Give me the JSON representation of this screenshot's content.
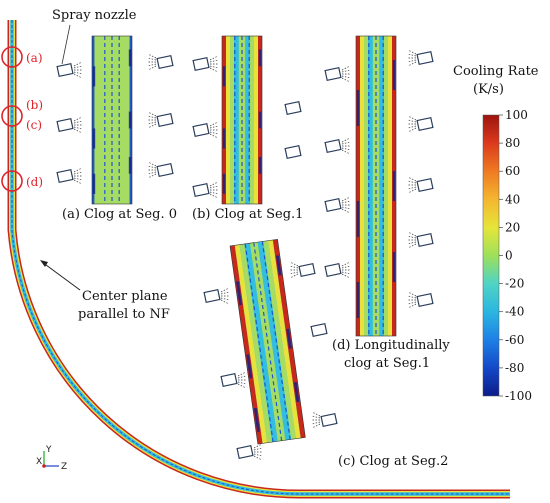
{
  "spray_nozzle_label": "Spray nozzle",
  "positions": [
    "(a)",
    "(b)",
    "(c)",
    "(d)"
  ],
  "center_plane_label": [
    "Center plane",
    "parallel to NF"
  ],
  "captions": {
    "a": "(a) Clog at Seg. 0",
    "b": "(b) Clog at Seg.1",
    "c": "(c) Clog at Seg.2",
    "d": [
      "(d) Longitudinally",
      "clog at Seg.1"
    ]
  },
  "colorbar": {
    "title_line1": "Cooling Rate",
    "title_line2": "(K/s)",
    "ticks": [
      "100",
      "80",
      "60",
      "40",
      "20",
      "0",
      "-20",
      "-40",
      "-60",
      "-80",
      "-100"
    ],
    "min": -100,
    "max": 100,
    "colors": [
      "#0d1c8a",
      "#1448c8",
      "#1e80e6",
      "#2bb6e0",
      "#4fd4c4",
      "#9ee05a",
      "#e6e53a",
      "#f4b630",
      "#ef7a22",
      "#dc3a1c",
      "#9c1410"
    ]
  },
  "axes": {
    "y": "Y",
    "x": "X",
    "z": "Z"
  },
  "colors": {
    "strand_red": "#c8281c",
    "strand_orange": "#ee8a2a",
    "strand_yellow": "#e8e23c",
    "strand_green": "#a6dc64",
    "strand_cyan": "#33bde0",
    "strand_blue": "#1c58c8",
    "strand_dark": "#0f1f8c",
    "nozzle": "#2a3d5c",
    "marker": "#e0242b"
  }
}
